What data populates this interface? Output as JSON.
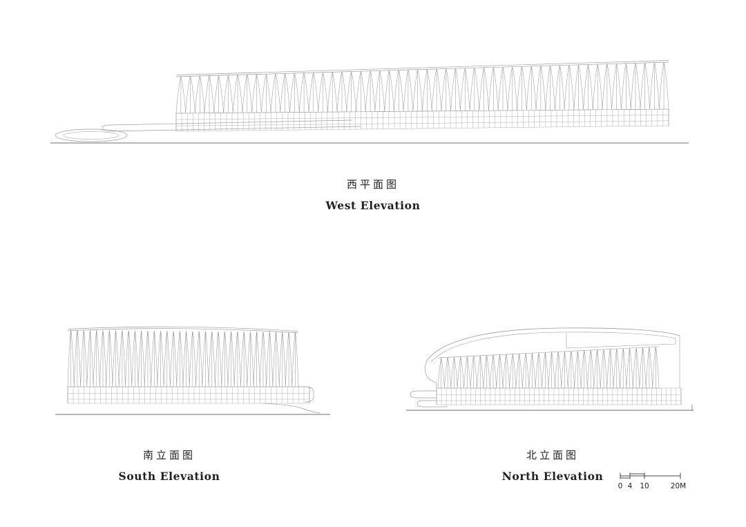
{
  "title": "Elevation Drawings Sheet",
  "drawing": {
    "line_color": "#9a9a9a",
    "dark_line_color": "#6b6b6b",
    "text_color": "#1f1f1f",
    "background": "#ffffff"
  },
  "figures": {
    "west": {
      "zh": "西平面图",
      "en": "West Elevation"
    },
    "south": {
      "zh": "南立面图",
      "en": "South Elevation"
    },
    "north": {
      "zh": "北立面图",
      "en": "North Elevation"
    }
  },
  "scale_bar": {
    "ticks": [
      "0",
      "4",
      "10",
      "20M"
    ]
  }
}
